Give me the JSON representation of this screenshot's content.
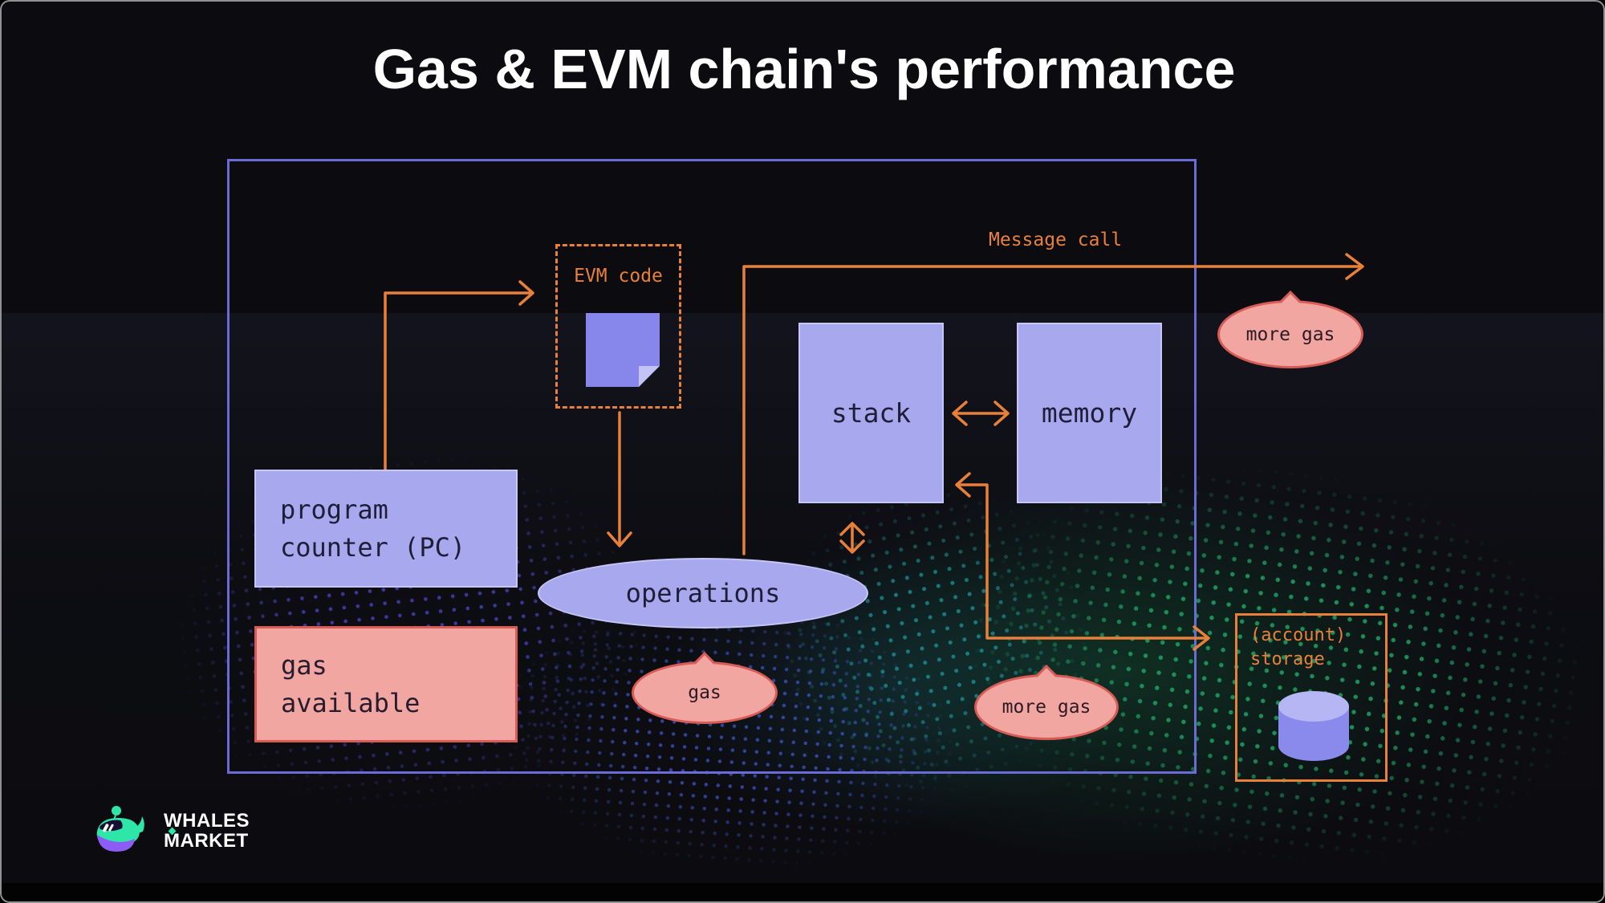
{
  "title": "Gas & EVM chain's performance",
  "colors": {
    "accent_orange": "#E8803A",
    "node_purple": "#A8A8EE",
    "bubble_pink": "#F2A6A2",
    "bubble_border_red": "#D85C55",
    "container_border_purple": "#6B6BD8",
    "background": "#0C0C10"
  },
  "diagram": {
    "message_call_label": "Message call",
    "evm_code": {
      "label": "EVM code"
    },
    "stack": {
      "label": "stack"
    },
    "memory": {
      "label": "memory"
    },
    "program_counter": {
      "line1": "program",
      "line2": "counter (PC)"
    },
    "gas_available": {
      "line1": "gas",
      "line2": "available"
    },
    "operations": {
      "label": "operations"
    },
    "gas_bubble": {
      "label": "gas"
    },
    "more_gas_top": {
      "label": "more gas"
    },
    "more_gas_bottom": {
      "label": "more gas"
    },
    "account_storage": {
      "line1": "(account)",
      "line2": "storage"
    }
  },
  "footer": {
    "brand_line1": "WHALES",
    "brand_line2": "MARKET"
  }
}
